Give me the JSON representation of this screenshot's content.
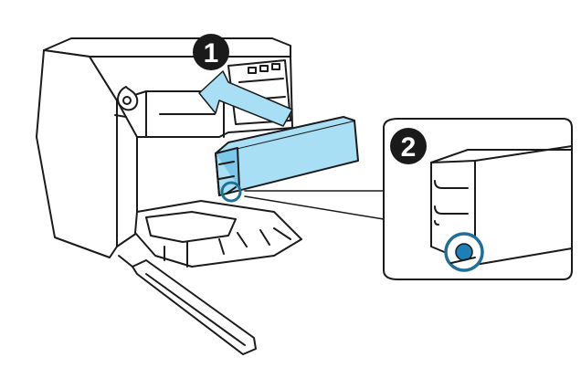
{
  "steps": [
    {
      "number": "1",
      "action": "insert"
    },
    {
      "number": "2",
      "action": "check-indicator"
    }
  ],
  "colors": {
    "outline": "#1a1a1a",
    "cartridge": "#a9dff5",
    "cartridge_dark": "#7cc8ea",
    "highlight_ring": "#1f6f99",
    "indicator_dot": "#1d7fb5",
    "arrow": "#a9dff5",
    "step_badge": "#1a1a1a",
    "background": "#ffffff"
  },
  "icons": [
    "printer-illustration",
    "cartridge-illustration",
    "insert-arrow-icon",
    "magnifier-callout",
    "indicator-dot-icon"
  ]
}
